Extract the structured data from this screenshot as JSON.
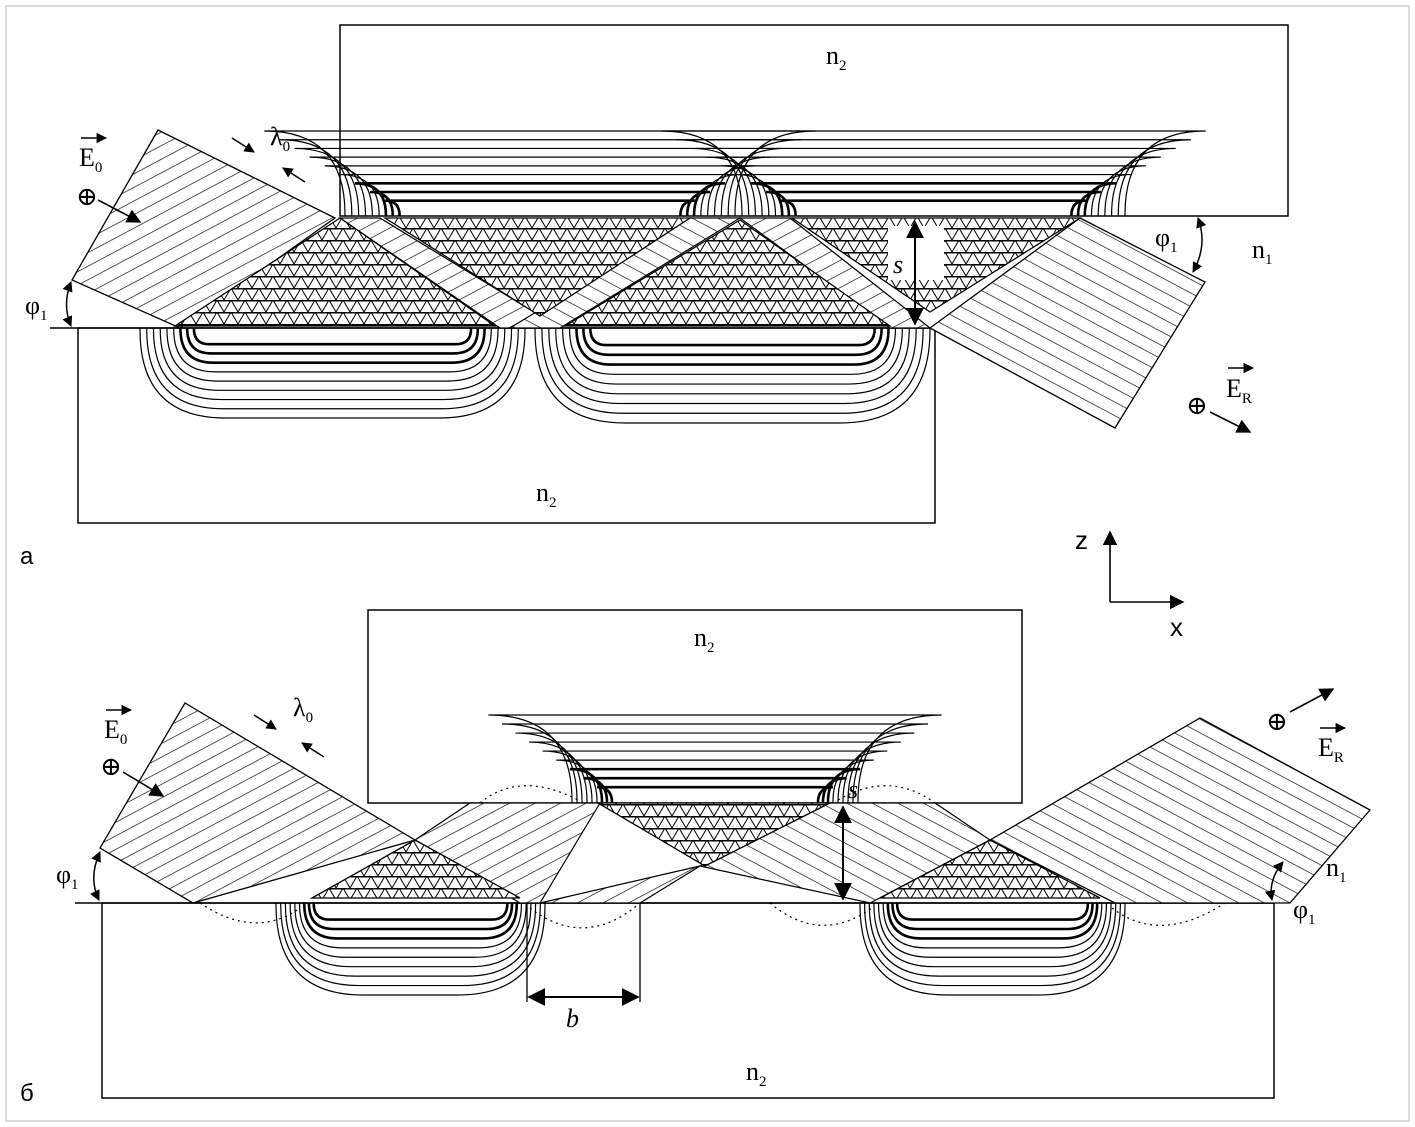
{
  "labels": {
    "n1": "n",
    "n1_sub": "1",
    "n2": "n",
    "n2_sub": "2",
    "E": "E",
    "E0_sub": "0",
    "ER_sub": "R",
    "lambda": "λ",
    "lambda_sub": "0",
    "phi": "φ",
    "phi_sub": "1",
    "s": "s",
    "b": "b",
    "oplus": "⊕"
  },
  "panels": {
    "a": "а",
    "b": "б"
  },
  "axes": {
    "z": "z",
    "x": "x"
  }
}
